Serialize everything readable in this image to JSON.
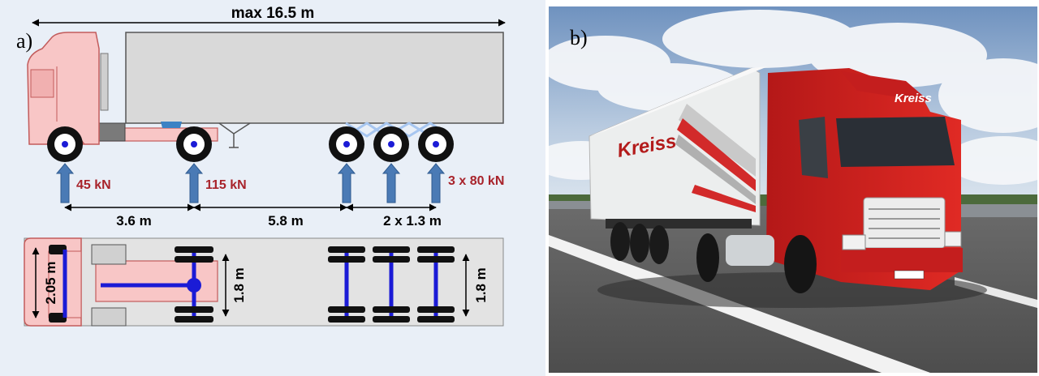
{
  "panel_a": {
    "label": "a)",
    "overall_length": "max 16.5 m",
    "loads": {
      "front_axle": "45 kN",
      "drive_axle": "115 kN",
      "trailer_axles": "3 x 80 kN"
    },
    "spacings": {
      "front_to_drive": "3.6 m",
      "drive_to_trailer": "5.8 m",
      "trailer_axle_spacing": "2 x 1.3 m"
    },
    "widths": {
      "front_track": "2.05 m",
      "drive_track": "1.8 m",
      "trailer_track": "1.8 m"
    },
    "colors": {
      "cab": "#f8c6c6",
      "trailer_body": "#d9d9d9",
      "load_arrow": "#4a7ab5",
      "load_text": "#a8232b",
      "axle": "#1b1bd6",
      "background": "#e9eff7"
    }
  },
  "panel_b": {
    "label": "b)",
    "trailer_brand": "Kreiss",
    "cab_brand": "Kreiss"
  }
}
